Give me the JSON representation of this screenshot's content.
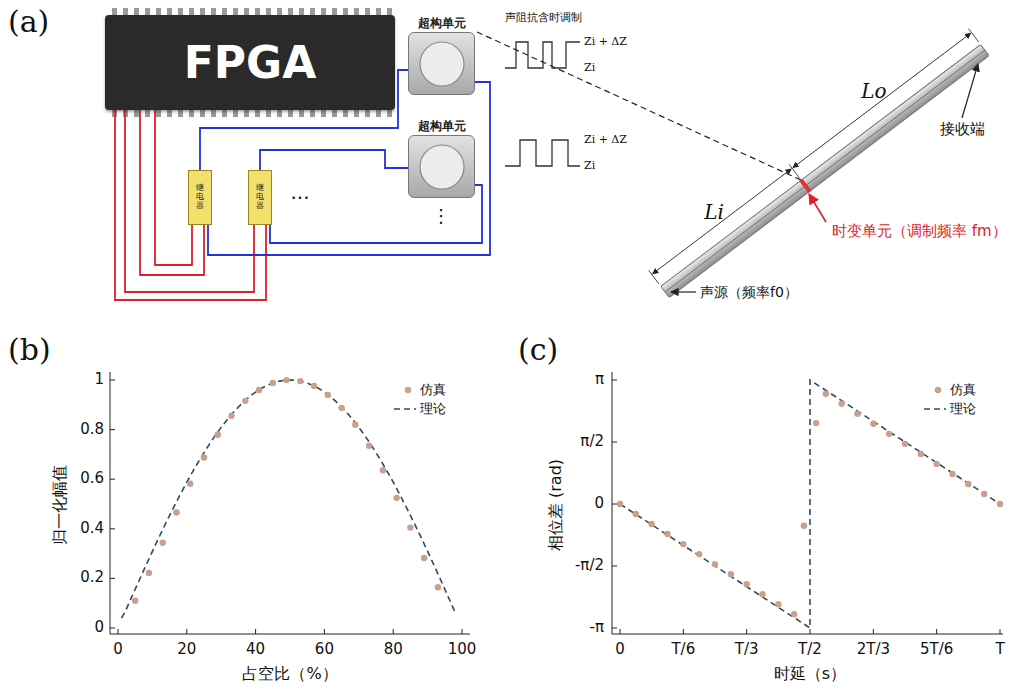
{
  "diagram": {
    "nodes": [
      {
        "text": [
          "FPGA"
        ]
      },
      {
        "text": [
          "继电器"
        ]
      },
      {
        "text": [
          "继电器"
        ]
      },
      {
        "text": [
          "超构单元"
        ]
      },
      {
        "text": [
          "超构单元"
        ]
      }
    ],
    "edges": [
      {
        "from": 0,
        "to": 1,
        "arrow": "none"
      },
      {
        "from": 0,
        "to": 2,
        "arrow": "none"
      },
      {
        "from": 0,
        "to": 1,
        "arrow": "none"
      },
      {
        "from": 0,
        "to": 2,
        "arrow": "none"
      },
      {
        "from": 1,
        "to": 3,
        "arrow": "none"
      },
      {
        "from": 2,
        "to": 4,
        "arrow": "none"
      },
      {
        "from": 3,
        "to": 1,
        "arrow": "none"
      },
      {
        "from": 4,
        "to": 2,
        "arrow": "none"
      }
    ],
    "labels": [
      "(a)",
      "声阻抗含时调制",
      "Zi + ΔZ",
      "Zi",
      "Zi + ΔZ",
      "Zi",
      "···",
      "⋮",
      "Lo",
      "Li",
      "接收端",
      "时变单元（调制频率 fm）",
      "声源（频率f0）",
      "(b)",
      "0",
      "0.2",
      "0.4",
      "0.6",
      "0.8",
      "1",
      "0",
      "20",
      "40",
      "60",
      "80",
      "100",
      "归一化幅值",
      "占空比（%）",
      "(c)",
      "-π",
      "-π/2",
      "0",
      "π/2",
      "π",
      "0",
      "T/6",
      "T/3",
      "T/2",
      "2T/3",
      "5T/6",
      "T",
      "相位差 (rad)",
      "时延（s）"
    ],
    "legend": [
      {
        "text": "仿真"
      },
      {
        "text": "理论"
      },
      {
        "text": "仿真"
      },
      {
        "text": "理论"
      }
    ]
  }
}
